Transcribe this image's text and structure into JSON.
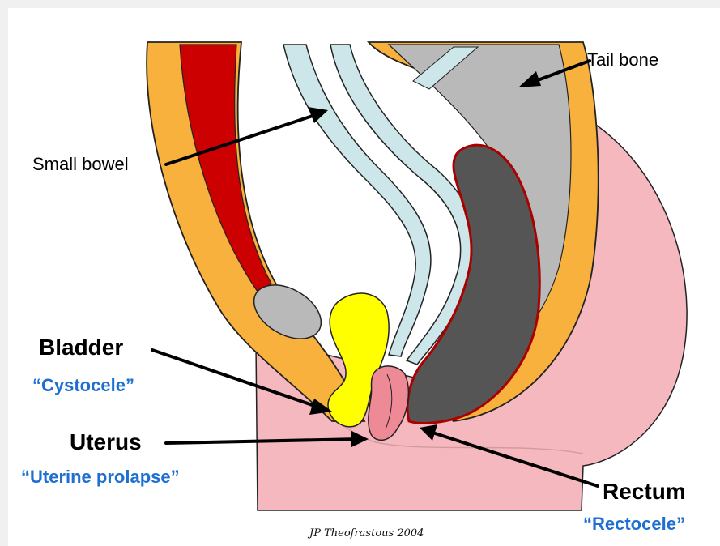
{
  "labels": {
    "tail_bone": "Tail bone",
    "small_bowel": "Small bowel",
    "bladder": "Bladder",
    "cystocele": "“Cystocele”",
    "uterus": "Uterus",
    "uterine_prolapse": "“Uterine prolapse”",
    "rectum": "Rectum",
    "rectocele": "“Rectocele”",
    "signature": "JP Theofrastous 2004"
  },
  "colors": {
    "skin": "#f4b8be",
    "fat_layer": "#f7b13c",
    "muscle": "#cc0000",
    "bone": "#b9b9b9",
    "bowel": "#cde6ea",
    "bladder": "#ffff00",
    "uterus": "#ee8a96",
    "rectum": "#555555",
    "accent_label": "#1f6fd1"
  }
}
